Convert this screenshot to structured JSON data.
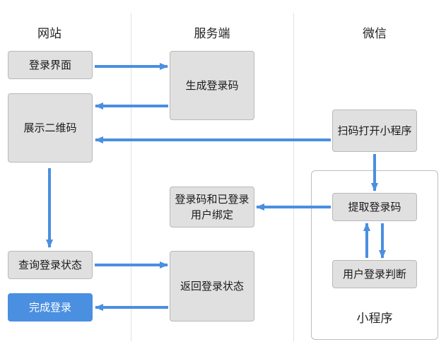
{
  "lanes": {
    "website": "网站",
    "server": "服务端",
    "wechat": "微信"
  },
  "website": {
    "login_page": "登录界面",
    "show_qr": "展示二维码",
    "query_status": "查询登录状态",
    "login_done": "完成登录"
  },
  "server": {
    "gen_code": "生成登录码",
    "bind_user": "登录码和已登录用户绑定",
    "return_status": "返回登录状态"
  },
  "wechat": {
    "scan_open": "扫码打开小程序",
    "mini_program": {
      "label": "小程序",
      "extract_code": "提取登录码",
      "user_check": "用户登录判断"
    }
  },
  "colors": {
    "arrow": "#4a8fe0",
    "box_fill": "#e0e0e0",
    "box_border": "#b9b9b9",
    "highlight": "#4a8fe0"
  }
}
